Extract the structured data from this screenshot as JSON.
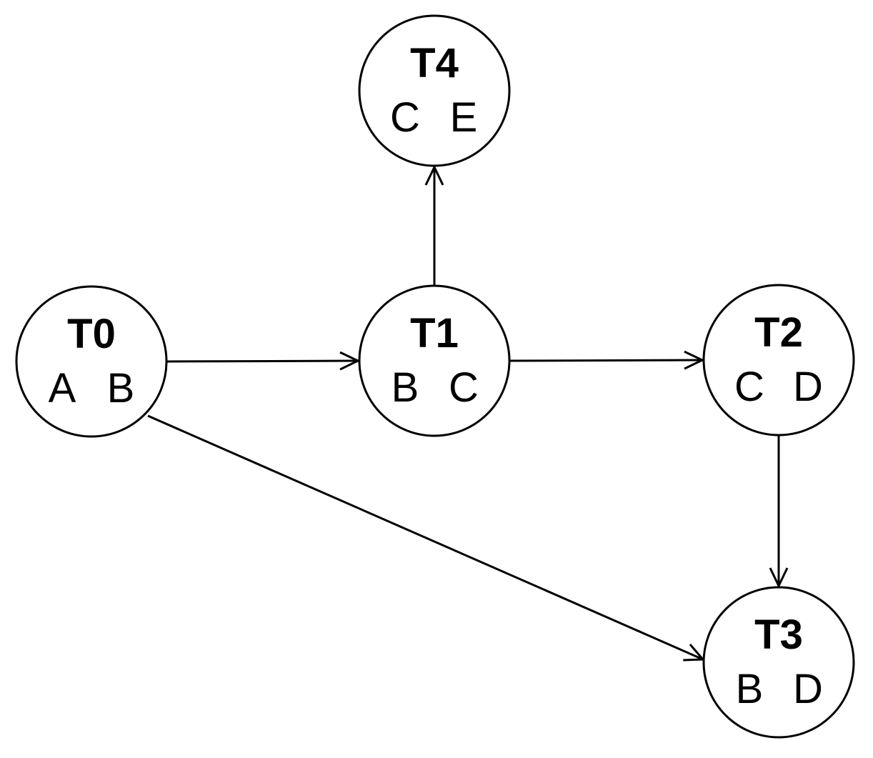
{
  "diagram": {
    "type": "directed-graph",
    "background_color": "#ffffff",
    "stroke_color": "#000000",
    "nodes": [
      {
        "id": "T0",
        "items": [
          "A",
          "B"
        ]
      },
      {
        "id": "T1",
        "items": [
          "B",
          "C"
        ]
      },
      {
        "id": "T2",
        "items": [
          "C",
          "D"
        ]
      },
      {
        "id": "T3",
        "items": [
          "B",
          "D"
        ]
      },
      {
        "id": "T4",
        "items": [
          "C",
          "E"
        ]
      }
    ],
    "edges": [
      {
        "from": "T0",
        "to": "T1"
      },
      {
        "from": "T1",
        "to": "T4"
      },
      {
        "from": "T1",
        "to": "T2"
      },
      {
        "from": "T2",
        "to": "T3"
      },
      {
        "from": "T0",
        "to": "T3"
      }
    ]
  }
}
